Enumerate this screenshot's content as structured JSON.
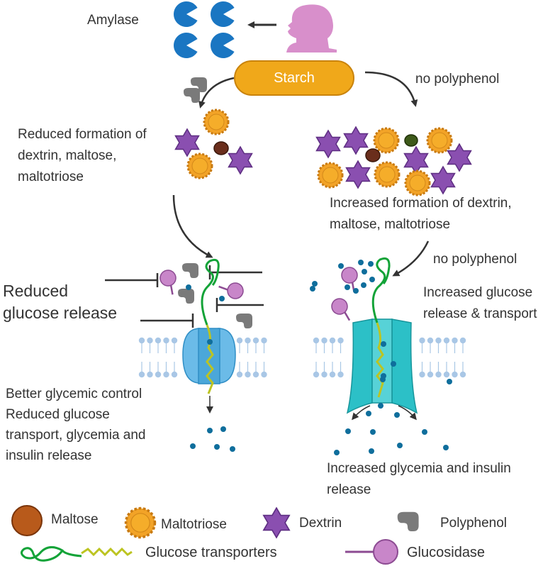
{
  "labels": {
    "amylase": "Amylase",
    "starch": "Starch",
    "no_polyphenol_top": "no polyphenol",
    "reduced_formation": [
      "Reduced formation of",
      "dextrin, maltose,",
      "maltotriose"
    ],
    "increased_formation": [
      "Increased formation of dextrin,",
      "maltose, maltotriose"
    ],
    "no_polyphenol_mid": "no polyphenol",
    "reduced_release": [
      "Reduced",
      "glucose release"
    ],
    "increased_release": [
      "Increased glucose",
      "release & transport"
    ],
    "better_control": [
      "Better glycemic control",
      "Reduced glucose",
      "transport, glycemia and",
      "insulin release"
    ],
    "increased_glycemia": [
      "Increased glycemia and insulin",
      "release"
    ]
  },
  "legend": {
    "maltose": "Maltose",
    "maltotriose": "Maltotriose",
    "dextrin": "Dextrin",
    "polyphenol": "Polyphenol",
    "glucose_transporters": "Glucose transporters",
    "glucosidase": "Glucosidase"
  },
  "colors": {
    "starch": "#f0a81a",
    "amylase": "#1a76c2",
    "maltose": "#b85a1b",
    "maltotriose": "#f2a327",
    "dextrin": "#8a4fb0",
    "polyphenol": "#777777",
    "glucosidase": "#b46cb5",
    "glucose": "#0f6e9c",
    "transporter_green": "#13a338",
    "transporter_yellow": "#bcc421",
    "membrane": "#a9c7e6",
    "channel_left": "#6bbbe8",
    "channel_right": "#2cc0c7",
    "head": "#d88fcb"
  }
}
